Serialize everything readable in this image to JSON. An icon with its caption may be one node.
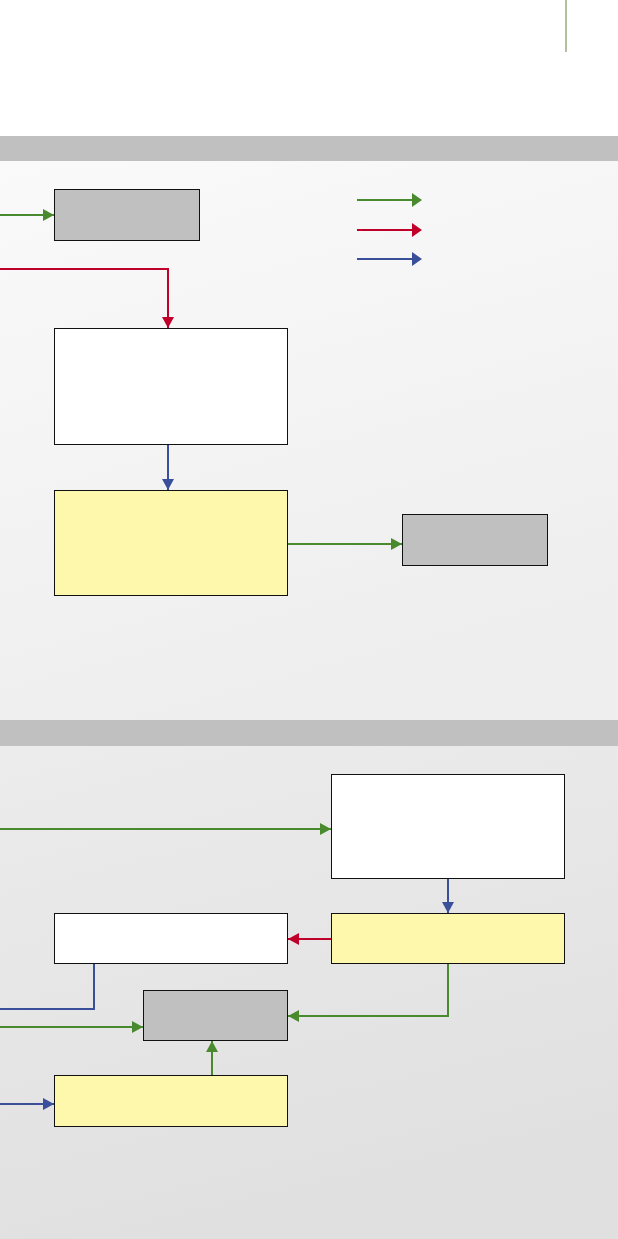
{
  "diagram": {
    "nodes": [
      {
        "text": [],
        "shape": "box"
      },
      {
        "text": [],
        "shape": "box"
      },
      {
        "text": [],
        "shape": "box"
      },
      {
        "text": [],
        "shape": "box"
      },
      {
        "text": [],
        "shape": "box"
      },
      {
        "text": [],
        "shape": "box"
      },
      {
        "text": [],
        "shape": "box"
      },
      {
        "text": [],
        "shape": "box"
      },
      {
        "text": [],
        "shape": "box"
      }
    ],
    "edges": [
      {
        "from": null,
        "to": 0,
        "arrow": "to"
      },
      {
        "from": null,
        "to": 1,
        "arrow": "to",
        "color": "#c0002a"
      },
      {
        "from": 1,
        "to": 2,
        "arrow": "to",
        "color": "#3a4f9a"
      },
      {
        "from": 2,
        "to": 3,
        "arrow": "to"
      },
      {
        "from": null,
        "to": 4,
        "arrow": "to"
      },
      {
        "from": 4,
        "to": 6,
        "arrow": "to",
        "color": "#3a4f9a"
      },
      {
        "from": 6,
        "to": 5,
        "arrow": "to",
        "color": "#c0002a"
      },
      {
        "from": 5,
        "to": null,
        "arrow": "none",
        "color": "#3a4f9a"
      },
      {
        "from": null,
        "to": 7,
        "arrow": "to"
      },
      {
        "from": 6,
        "to": 7,
        "arrow": "to"
      },
      {
        "from": 8,
        "to": 7,
        "arrow": "to"
      },
      {
        "from": null,
        "to": 8,
        "arrow": "to",
        "color": "#3a4f9a"
      }
    ]
  }
}
